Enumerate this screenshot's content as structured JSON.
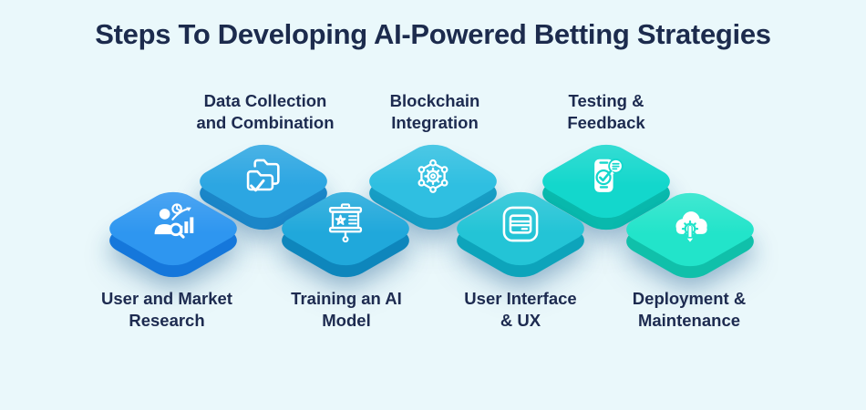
{
  "title": "Steps To Developing AI-Powered Betting Strategies",
  "colors": {
    "background": "#EAF8FB",
    "title_text": "#1C2B4D",
    "label_text": "#1D2B50"
  },
  "steps": [
    {
      "label": "User and Market\nResearch",
      "icon": "analyst-icon",
      "color_top": "#2E96F0",
      "color_side": "#1577DB",
      "label_position": "below"
    },
    {
      "label": "Data Collection\nand Combination",
      "icon": "folder-check-icon",
      "color_top": "#2CA6E2",
      "color_side": "#1B86C8",
      "label_position": "above"
    },
    {
      "label": "Training an AI\nModel",
      "icon": "presentation-board-icon",
      "color_top": "#20A8DB",
      "color_side": "#0E86BC",
      "label_position": "below"
    },
    {
      "label": "Blockchain\nIntegration",
      "icon": "blockchain-icon",
      "color_top": "#2FBFE1",
      "color_side": "#179DC4",
      "label_position": "above"
    },
    {
      "label": "User Interface\n& UX",
      "icon": "ui-card-icon",
      "color_top": "#23C4D6",
      "color_side": "#0DA4BB",
      "label_position": "below"
    },
    {
      "label": "Testing &\nFeedback",
      "icon": "phone-feedback-icon",
      "color_top": "#13D7CC",
      "color_side": "#09B9AD",
      "label_position": "above"
    },
    {
      "label": "Deployment &\nMaintenance",
      "icon": "deploy-cloud-icon",
      "color_top": "#22E4CA",
      "color_side": "#10C0AA",
      "label_position": "below"
    }
  ]
}
